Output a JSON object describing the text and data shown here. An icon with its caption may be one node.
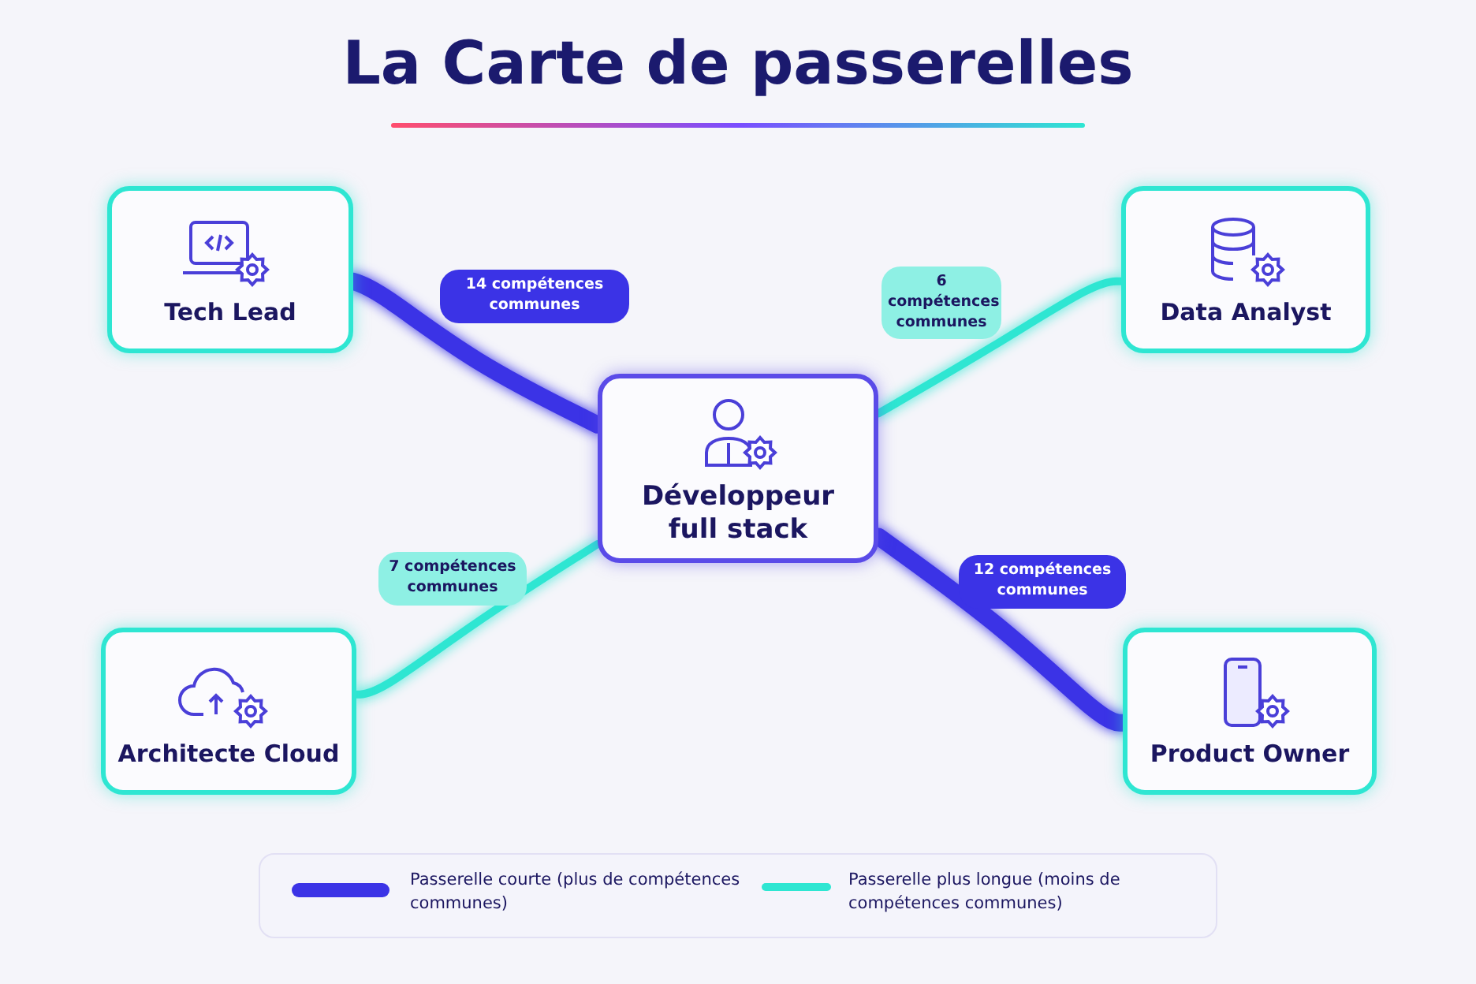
{
  "diagram": {
    "title": "La Carte de passerelles",
    "nodes": [
      {
        "text": [
          "Tech Lead"
        ]
      },
      {
        "text": [
          "Data Analyst"
        ]
      },
      {
        "text": [
          "Développeur full stack"
        ]
      },
      {
        "text": [
          "Architecte Cloud"
        ]
      },
      {
        "text": [
          "Product Owner"
        ]
      }
    ],
    "edges": [
      {
        "from": 2,
        "to": 0,
        "arrow": "none",
        "label": "14 compétences communes",
        "style": "thick",
        "color": "#3b33e6"
      },
      {
        "from": 2,
        "to": 1,
        "arrow": "none",
        "label": "6 compétences communes",
        "color": "#2ee6d2"
      },
      {
        "from": 2,
        "to": 3,
        "arrow": "none",
        "label": "7 compétences communes",
        "color": "#2ee6d2"
      },
      {
        "from": 2,
        "to": 4,
        "arrow": "none",
        "label": "12 compétences communes",
        "style": "thick",
        "color": "#3b33e6"
      }
    ],
    "legend": [
      {
        "text": "Passerelle courte (plus de compétences communes)",
        "color": "#3b33e6"
      },
      {
        "text": "Passerelle plus longue (moins de compétences communes)",
        "color": "#2ee6d2"
      }
    ]
  }
}
